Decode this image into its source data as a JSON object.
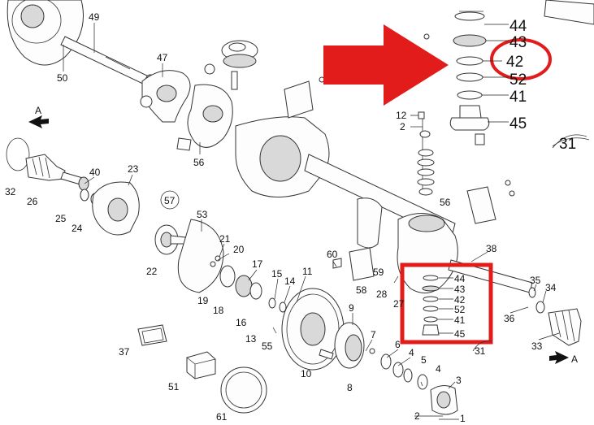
{
  "labels": {
    "l49": "49",
    "l47": "47",
    "l50": "50",
    "lA1": "A",
    "l56a": "56",
    "l32": "32",
    "l26": "26",
    "l40": "40",
    "l23": "23",
    "l25": "25",
    "l24": "24",
    "l57": "57",
    "l53": "53",
    "l22": "22",
    "l21": "21",
    "l20": "20",
    "l19": "19",
    "l18": "18",
    "l17": "17",
    "l16": "16",
    "l15": "15",
    "l14": "14",
    "l11": "11",
    "l13": "13",
    "l55": "55",
    "l37": "37",
    "l51": "51",
    "l61": "61",
    "l10": "10",
    "l9": "9",
    "l8": "8",
    "l7": "7",
    "l6": "6",
    "l5": "5",
    "l4a": "4",
    "l4b": "4",
    "l3": "3",
    "l2a": "2",
    "l1": "1",
    "l60": "60",
    "l58": "58",
    "l59": "59",
    "l28": "28",
    "l27": "27",
    "l12": "12",
    "l2b": "2",
    "l56b": "56",
    "l38": "38",
    "l35": "35",
    "l34": "34",
    "l36": "36",
    "l33": "33",
    "lA2": "A",
    "l31top": "31",
    "l31low": "31"
  },
  "inset_small": [
    "44",
    "43",
    "42",
    "52",
    "41",
    "45"
  ],
  "inset_big": [
    "44",
    "43",
    "42",
    "52",
    "41",
    "45"
  ],
  "colors": {
    "highlight": "#e21b1b",
    "line": "#333333",
    "text": "#111111"
  }
}
